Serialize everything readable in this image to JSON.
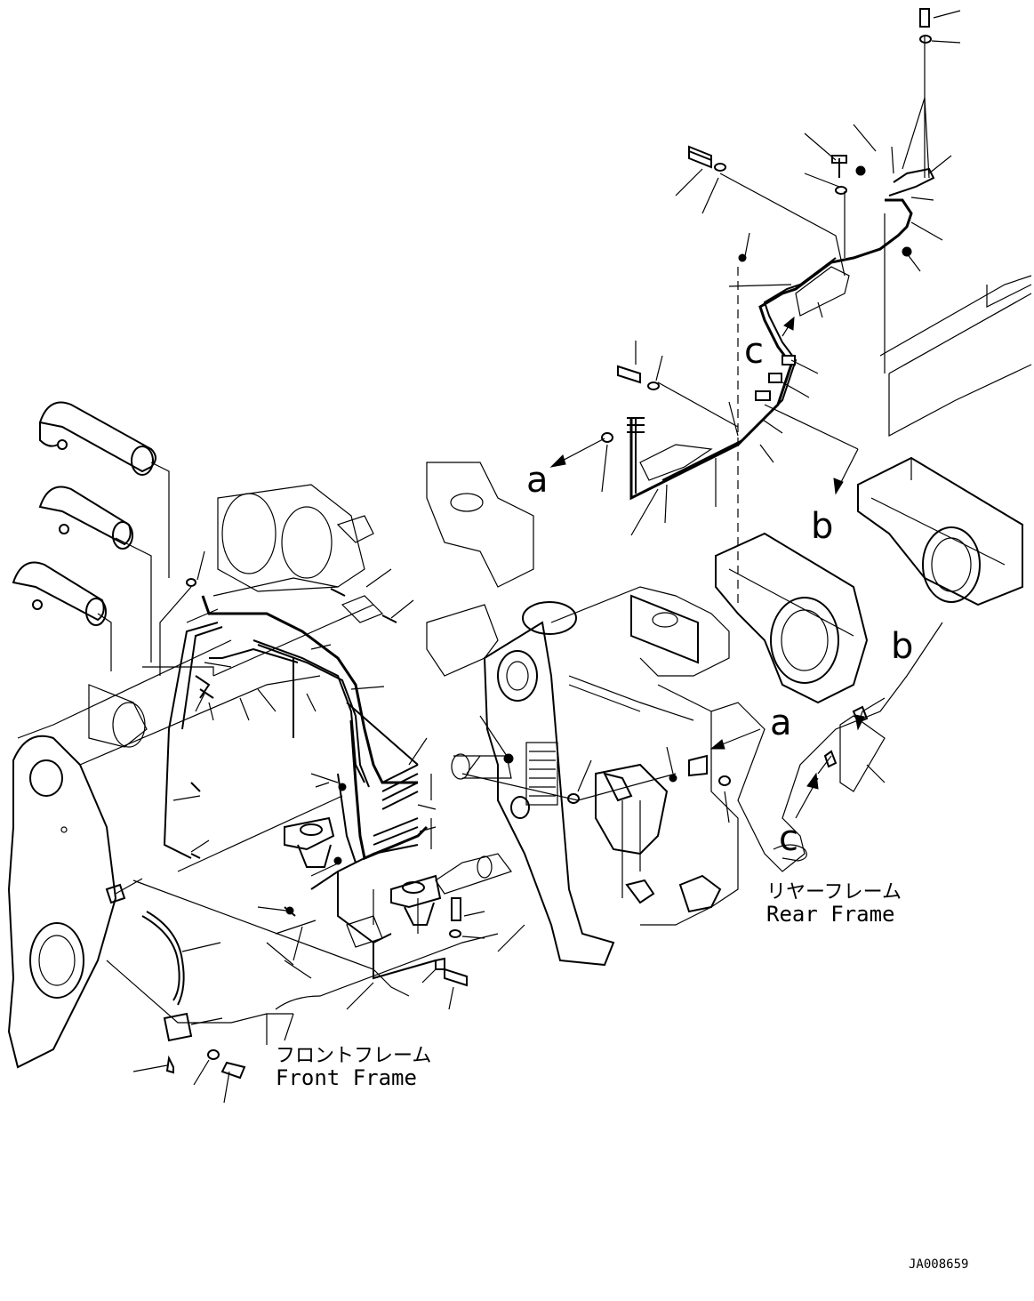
{
  "diagram": {
    "callouts": {
      "a_top": "a",
      "b_top": "b",
      "c_top": "c",
      "a_mid": "a",
      "b_mid": "b",
      "c_bottom": "c"
    },
    "frames": {
      "rear_jp": "リヤーフレーム",
      "rear_en": "Rear Frame",
      "front_jp": "フロントフレーム",
      "front_en": "Front Frame"
    },
    "drawing_id": "JA008659"
  }
}
